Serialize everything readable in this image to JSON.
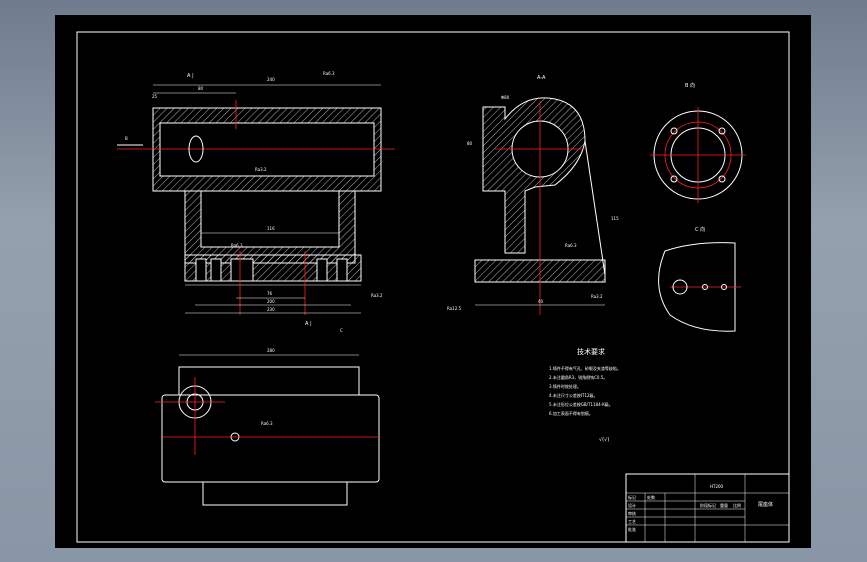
{
  "views": {
    "front_label": "A |",
    "front_label_bottom": "A |",
    "section_label": "A-A",
    "b_view_label": "B 向",
    "c_view_label": "C 向",
    "c_marker": "C",
    "arrow_marker": "B"
  },
  "roughness": {
    "r1": "Ra6.3",
    "r2": "Ra3.2",
    "r3": "Ra12.5",
    "r4": "Ra3.2",
    "r5": "Ra6.3",
    "r6": "Ra12.5"
  },
  "dimensions": {
    "d_top": "240",
    "d_left": "80",
    "d_small": "25",
    "d_mid": "116",
    "d_base1": "76",
    "d_base2": "200",
    "d_base3": "230",
    "d_height": "115",
    "d_section_w": "40",
    "d_phi": "Φ80",
    "d_bottom_view": "280",
    "d_sec_h": "80"
  },
  "tech_notes": {
    "title": "技术要求",
    "items": [
      "1.铸件不得有气孔、砂眼及夹渣等缺陷。",
      "2.未注圆角R3，锐角倒钝C0.5。",
      "3.铸件时效处理。",
      "4.未注尺寸公差按IT12级。",
      "5.未注形位公差按GB/T1184-K级。",
      "6.加工表面不得有划痕。"
    ],
    "check_symbol": "√(√)"
  },
  "title_block": {
    "part_name": "尾座体",
    "drawing_no": "HT200",
    "cells": [
      "标记",
      "处数",
      "设计",
      "审核",
      "工艺",
      "批准",
      "阶段标记",
      "重量",
      "比例"
    ]
  },
  "colors": {
    "sheet": "#000000",
    "line": "#ffffff",
    "center": "#ff2020",
    "frame_bg": "#7d8a99"
  }
}
